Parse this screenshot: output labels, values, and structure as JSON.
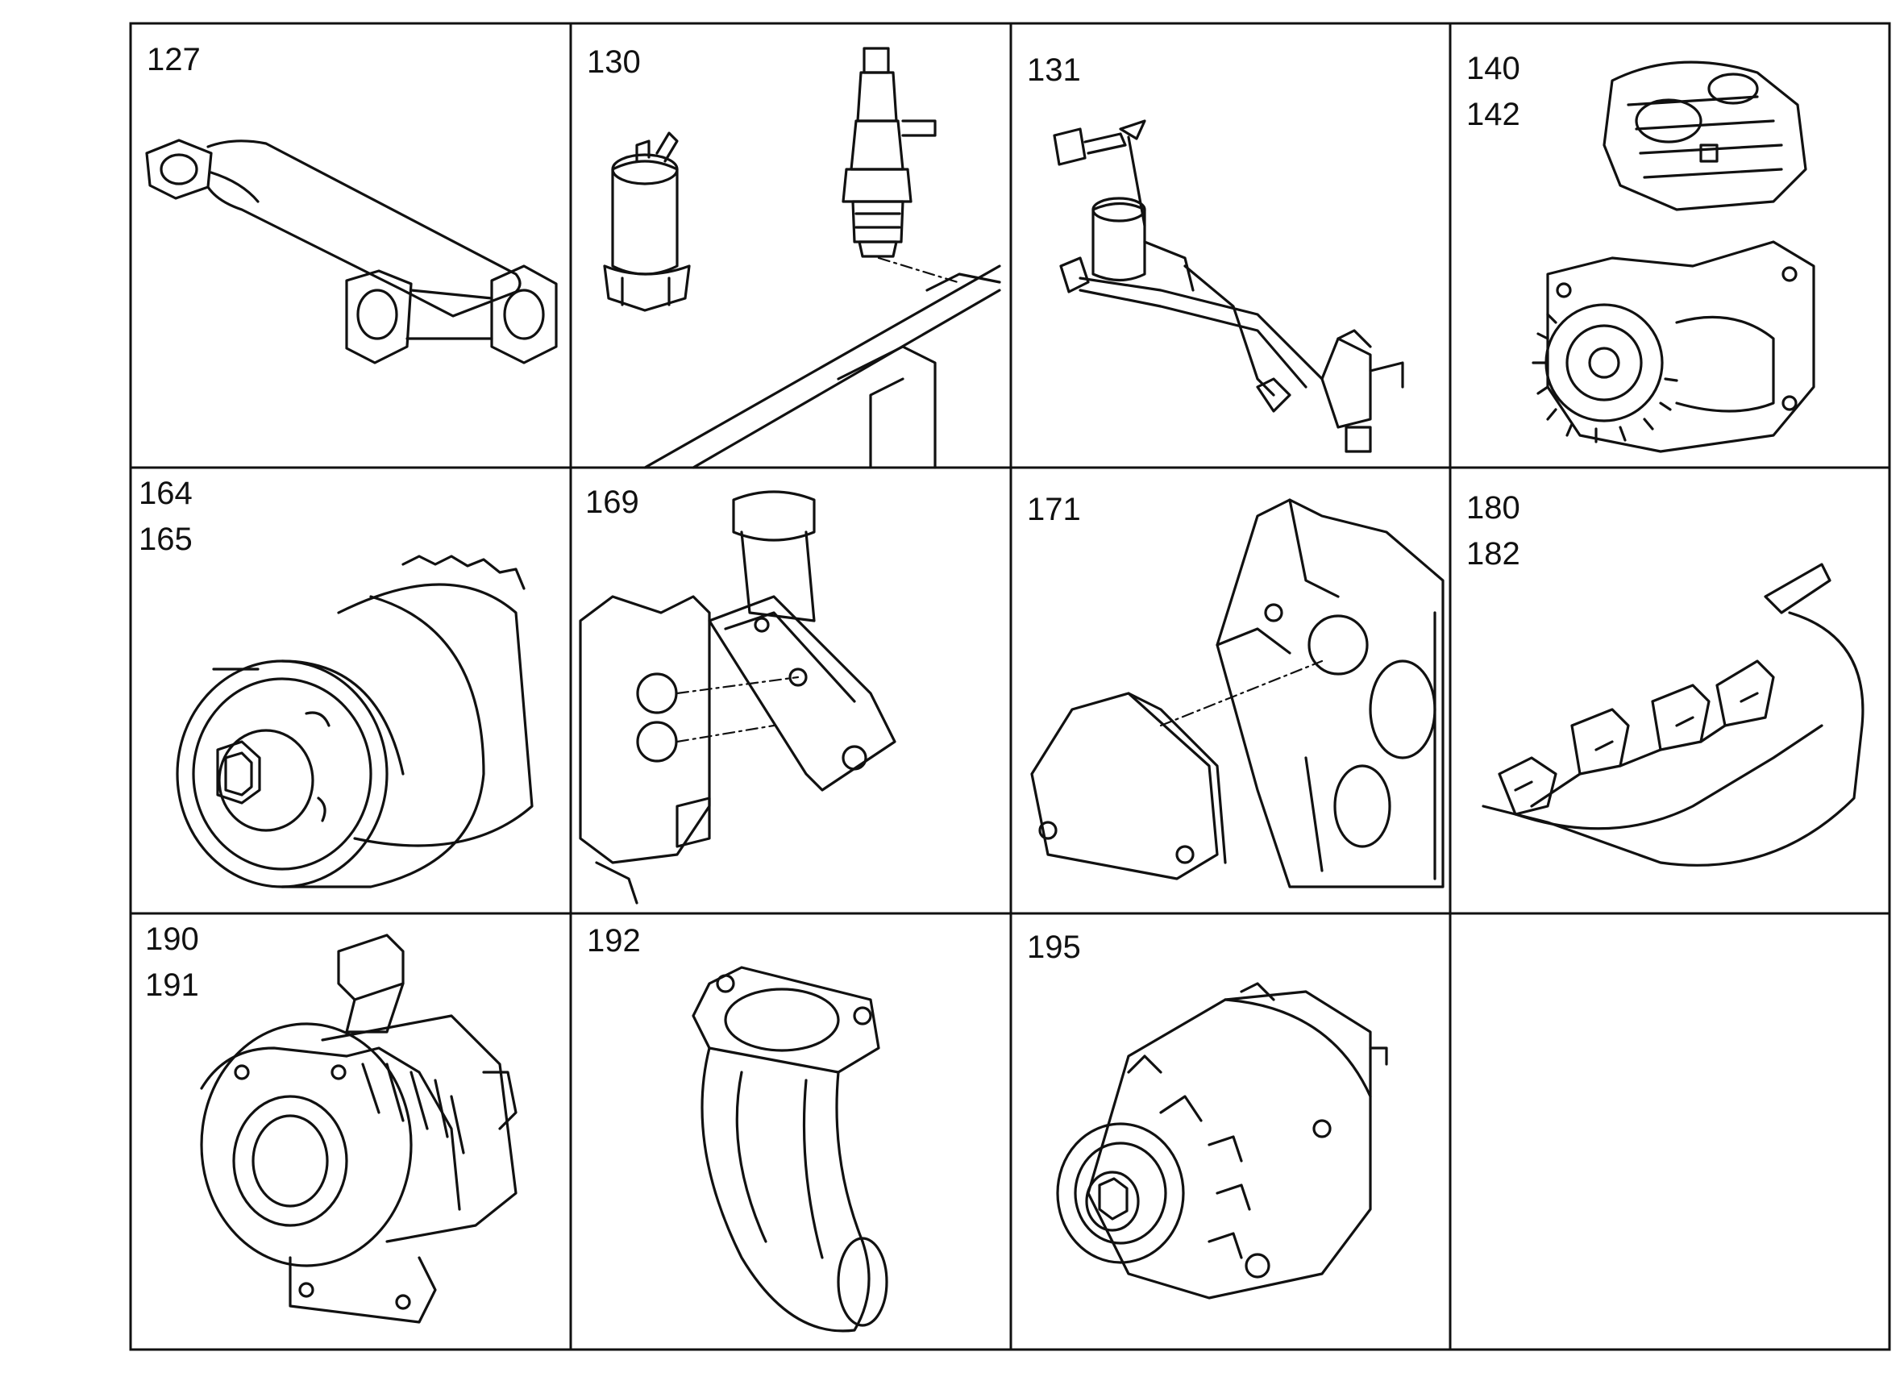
{
  "cells": [
    {
      "labels": [
        "127"
      ],
      "part_icon": "exhaust-pipe-y-icon"
    },
    {
      "labels": [
        "130"
      ],
      "part_icon": "sensor-and-injector-icon"
    },
    {
      "labels": [
        "131"
      ],
      "part_icon": "injector-lines-icon"
    },
    {
      "labels": [
        "140",
        "142"
      ],
      "part_icon": "air-compressor-icon"
    },
    {
      "labels": [
        "164",
        "165"
      ],
      "part_icon": "water-pump-pulley-icon"
    },
    {
      "labels": [
        "169"
      ],
      "part_icon": "thermostat-housing-icon"
    },
    {
      "labels": [
        "171"
      ],
      "part_icon": "timing-cover-gasket-icon"
    },
    {
      "labels": [
        "180",
        "182"
      ],
      "part_icon": "exhaust-manifold-icon"
    },
    {
      "labels": [
        "190",
        "191"
      ],
      "part_icon": "turbocharger-icon"
    },
    {
      "labels": [
        "192"
      ],
      "part_icon": "exhaust-elbow-icon"
    },
    {
      "labels": [
        "195"
      ],
      "part_icon": "alternator-icon"
    },
    {
      "labels": [],
      "part_icon": ""
    }
  ]
}
